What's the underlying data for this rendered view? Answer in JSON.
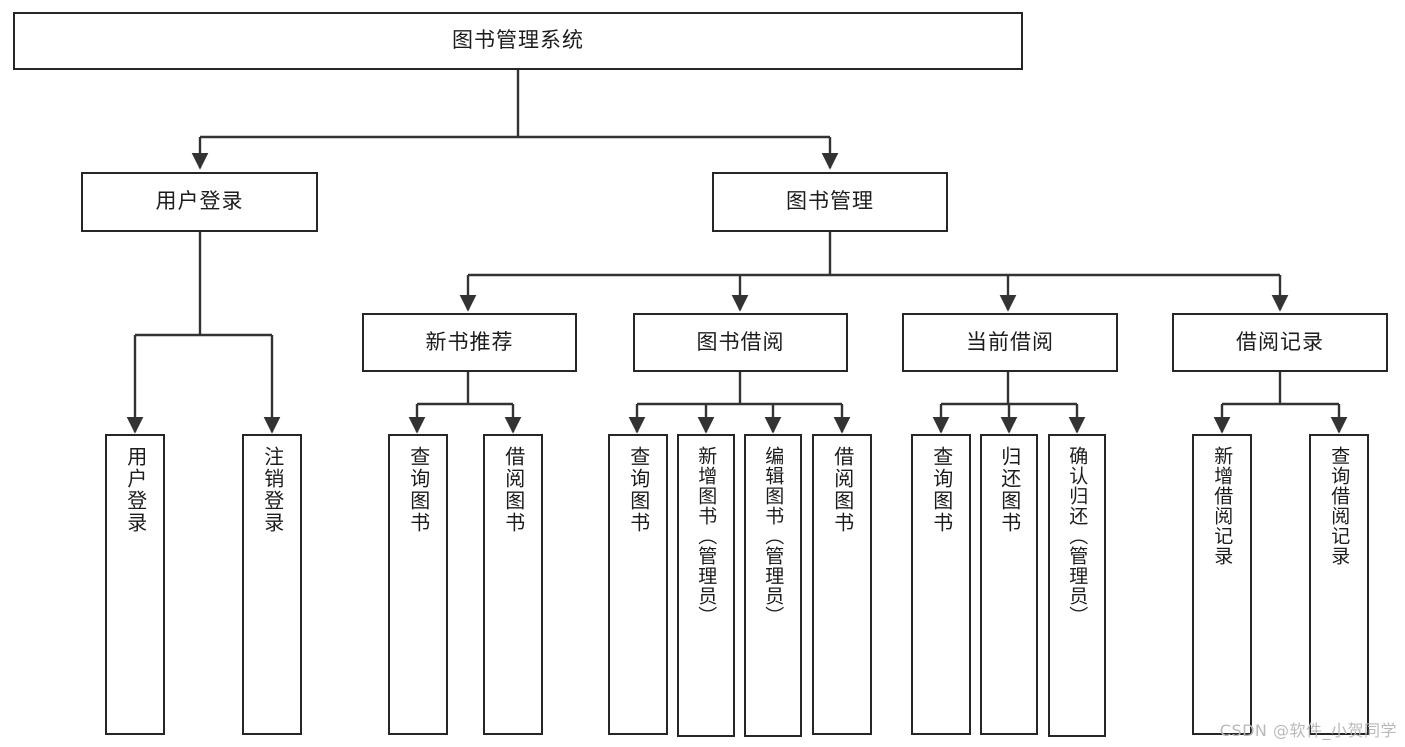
{
  "diagram": {
    "title": "图书管理系统",
    "type": "tree-hierarchy-diagram",
    "watermark": "CSDN @软件_小贺同学",
    "colors": {
      "node_border": "#262626",
      "node_fill": "#ffffff",
      "edge": "#333333",
      "text": "#1c1c1c",
      "watermark": "#b9b9b9",
      "background": "#ffffff"
    },
    "root": {
      "label": "图书管理系统"
    },
    "level2": [
      {
        "id": "user-login",
        "label": "用户登录"
      },
      {
        "id": "book-manage",
        "label": "图书管理"
      }
    ],
    "level3": [
      {
        "id": "new-book-recommend",
        "label": "新书推荐"
      },
      {
        "id": "book-borrow",
        "label": "图书借阅"
      },
      {
        "id": "current-borrow",
        "label": "当前借阅"
      },
      {
        "id": "borrow-record",
        "label": "借阅记录"
      }
    ],
    "leaves": {
      "user_login": [
        {
          "id": "leaf-user-login",
          "label": "用户登录"
        },
        {
          "id": "leaf-logout-login",
          "label": "注销登录"
        }
      ],
      "new_book_recommend": [
        {
          "id": "leaf-query-book-1",
          "label": "查询图书"
        },
        {
          "id": "leaf-borrow-book-1",
          "label": "借阅图书"
        }
      ],
      "book_borrow": [
        {
          "id": "leaf-query-book-2",
          "label": "查询图书"
        },
        {
          "id": "leaf-add-book",
          "label": "新增图书（管理员）"
        },
        {
          "id": "leaf-edit-book",
          "label": "编辑图书（管理员）"
        },
        {
          "id": "leaf-borrow-book-2",
          "label": "借阅图书"
        }
      ],
      "current_borrow": [
        {
          "id": "leaf-query-book-3",
          "label": "查询图书"
        },
        {
          "id": "leaf-return-book",
          "label": "归还图书"
        },
        {
          "id": "leaf-confirm-return",
          "label": "确认归还（管理员）"
        }
      ],
      "borrow_record": [
        {
          "id": "leaf-add-record",
          "label": "新增借阅记录"
        },
        {
          "id": "leaf-query-record",
          "label": "查询借阅记录"
        }
      ]
    }
  }
}
